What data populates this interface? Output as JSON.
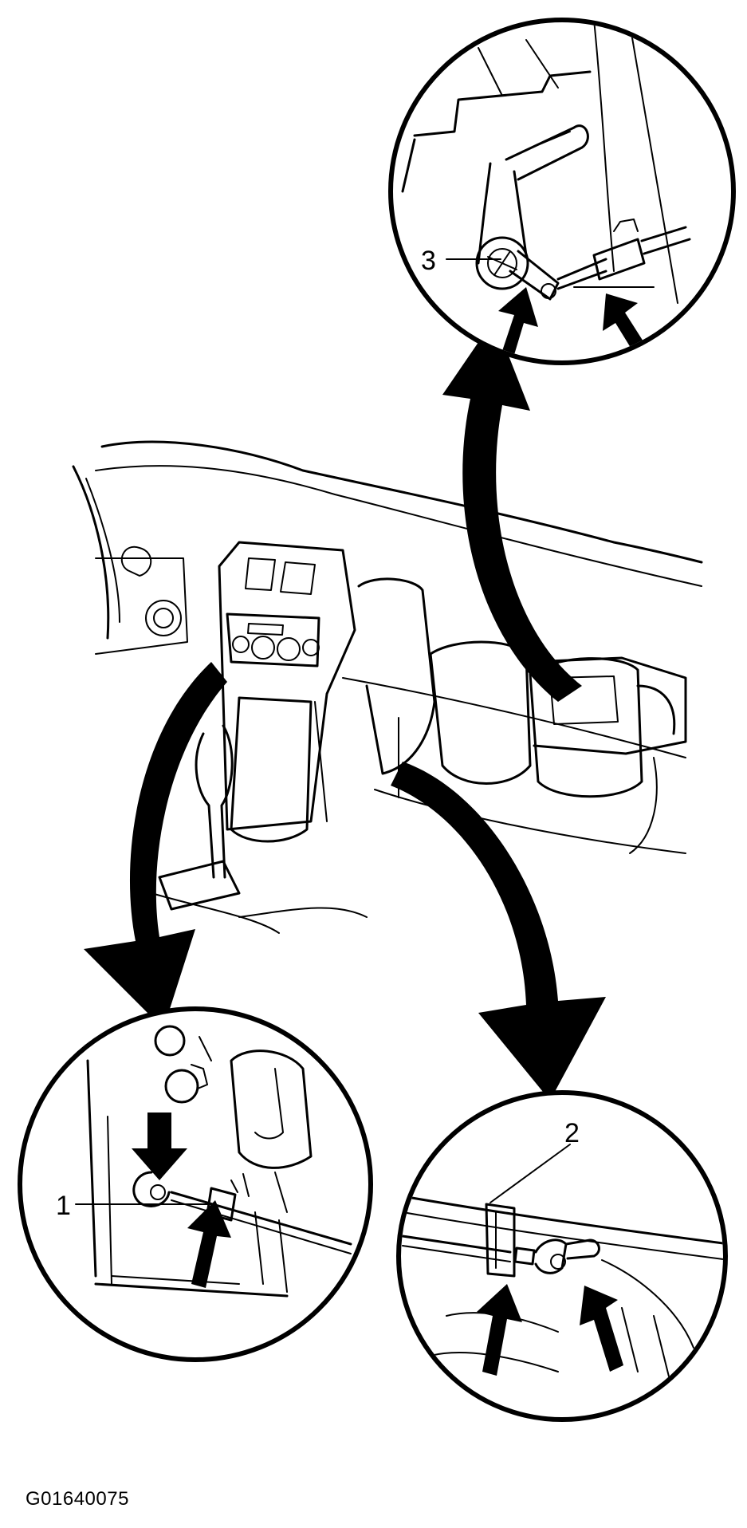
{
  "figure": {
    "id": "G01640075"
  },
  "callouts": [
    {
      "label": "1",
      "target": "lower-left-detail"
    },
    {
      "label": "2",
      "target": "lower-right-detail"
    },
    {
      "label": "3",
      "target": "top-detail"
    }
  ],
  "colors": {
    "ink": "#000000",
    "background": "#ffffff"
  }
}
